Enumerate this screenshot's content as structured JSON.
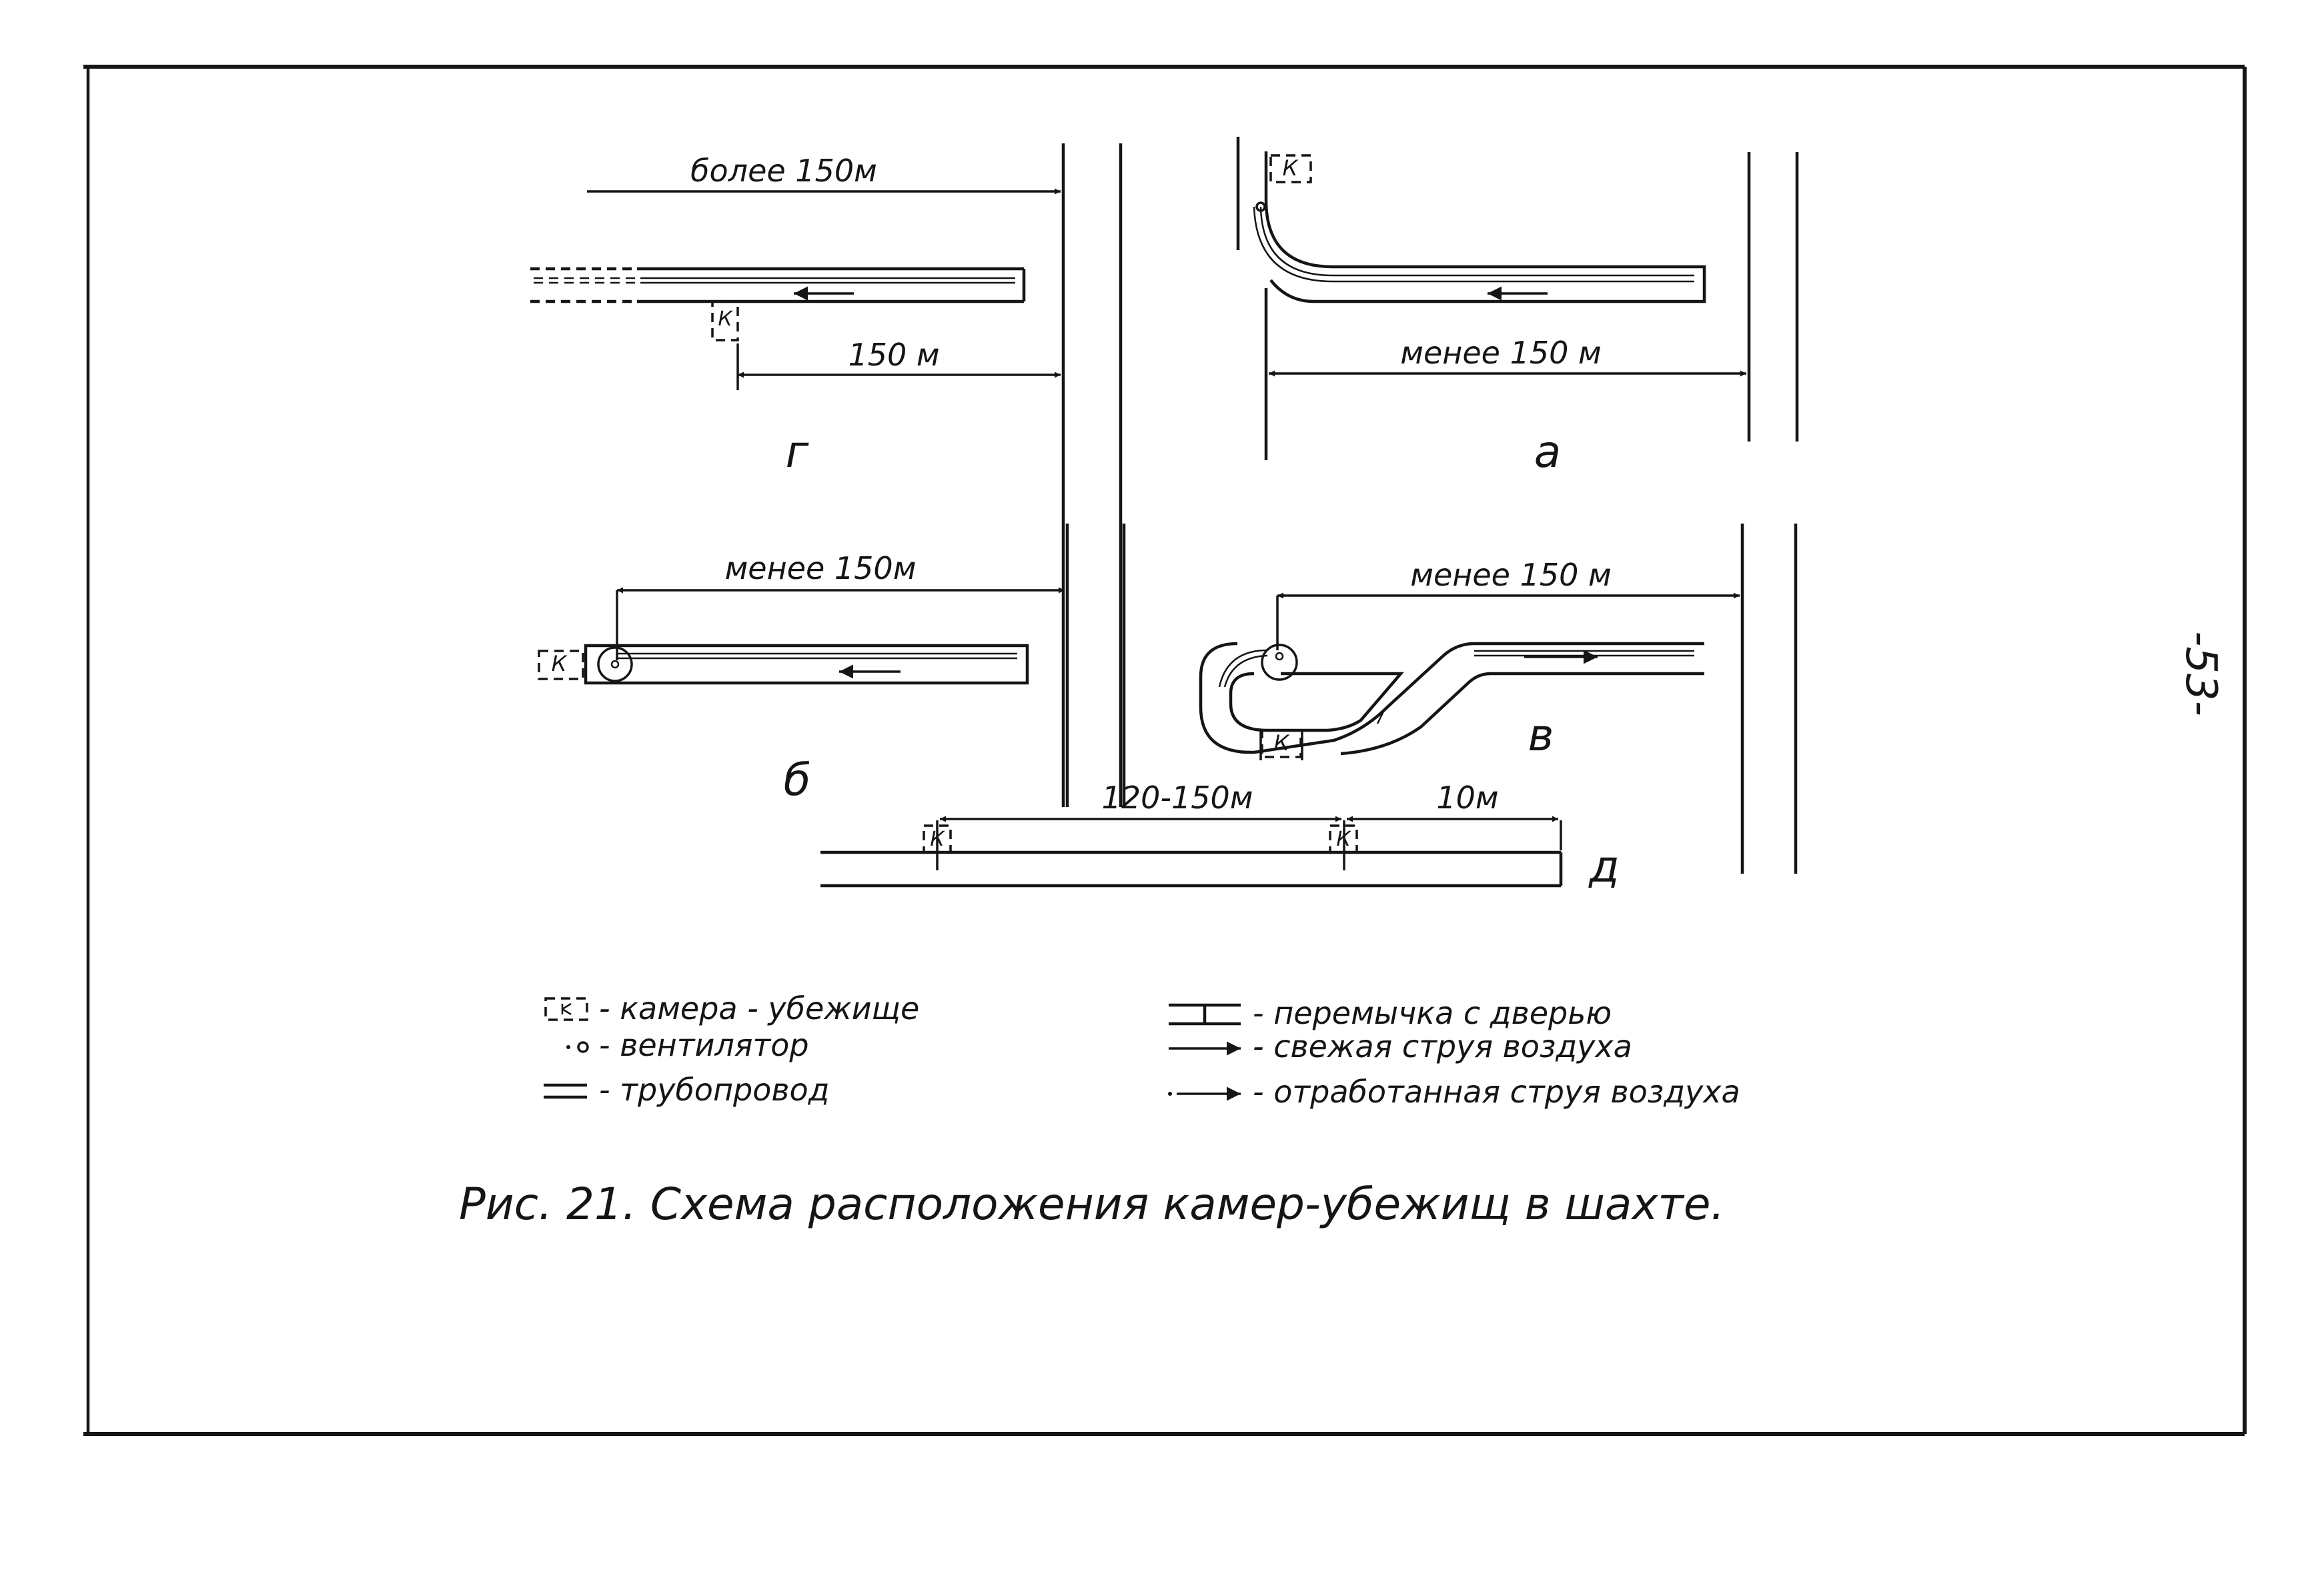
{
  "page_number": "-53-",
  "caption": "Рис. 21. Схема расположения камер-убежищ в шахте.",
  "chamber_mark": "К",
  "schemes": {
    "g": {
      "letter": "г",
      "dim_top": "более 150м",
      "dim_bottom": "150 м"
    },
    "a": {
      "letter": "а",
      "dim": "менее 150 м"
    },
    "b": {
      "letter": "б",
      "dim": "менее 150м"
    },
    "v": {
      "letter": "в",
      "dim": "менее 150 м"
    },
    "d": {
      "letter": "д",
      "dim_left": "120-150м",
      "dim_right": "10м"
    }
  },
  "legend": [
    {
      "symbol": "chamber",
      "text": "- камера - убежище"
    },
    {
      "symbol": "fan",
      "text": "- вентилятор"
    },
    {
      "symbol": "pipeline",
      "text": "- трубопровод"
    },
    {
      "symbol": "door",
      "text": "- перемычка с дверью"
    },
    {
      "symbol": "fresh",
      "text": "- свежая струя воздуха"
    },
    {
      "symbol": "exhaust",
      "text": "- отработанная струя воздуха"
    }
  ]
}
